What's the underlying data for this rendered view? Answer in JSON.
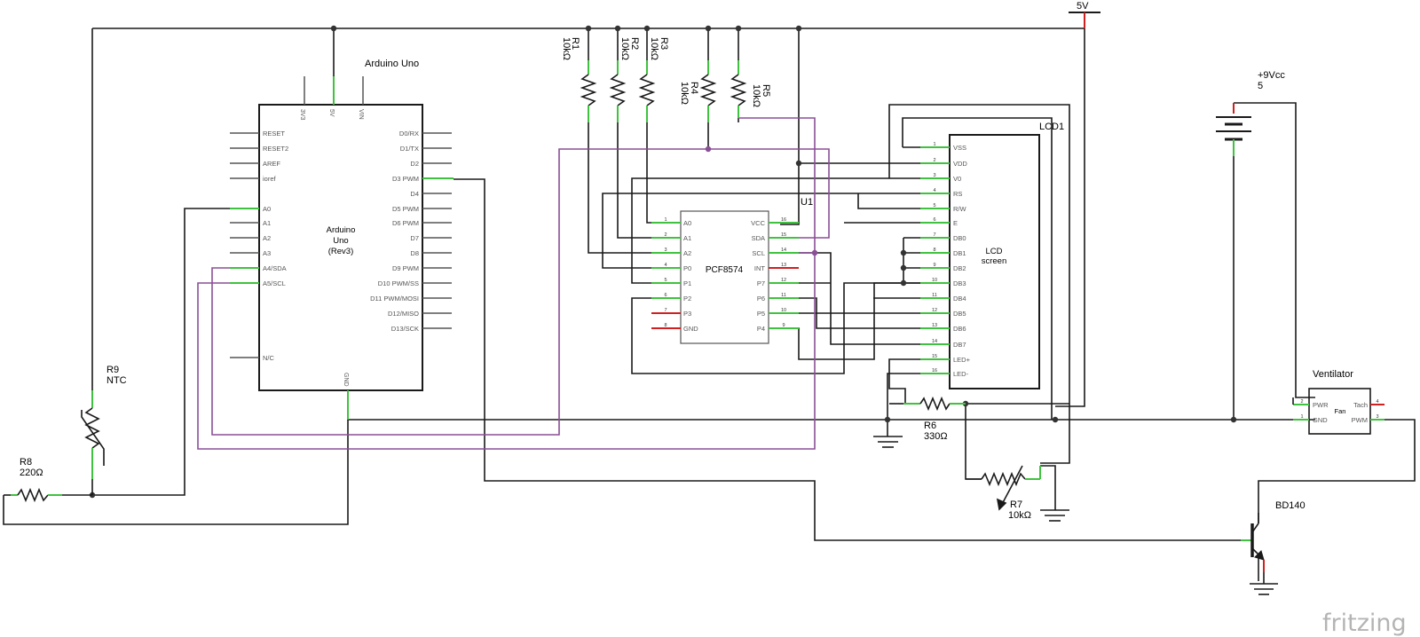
{
  "power": {
    "rail_5v": "5V",
    "vcc9_label": "+9Vcc",
    "vcc9_value": "5"
  },
  "arduino": {
    "title": "Arduino Uno",
    "body_text": [
      "Arduino",
      "Uno",
      "(Rev3)"
    ],
    "top_pins": [
      "3V3",
      "5V",
      "VIN"
    ],
    "bottom_pin": "GND",
    "left_pins": [
      "RESET",
      "RESET2",
      "AREF",
      "ioref",
      "A0",
      "A1",
      "A2",
      "A3",
      "A4/SDA",
      "A5/SCL",
      "N/C"
    ],
    "right_pins": [
      "D0/RX",
      "D1/TX",
      "D2",
      "D3 PWM",
      "D4",
      "D5 PWM",
      "D6 PWM",
      "D7",
      "D8",
      "D9 PWM",
      "D10 PWM/SS",
      "D11 PWM/MOSI",
      "D12/MISO",
      "D13/SCK"
    ]
  },
  "resistors": {
    "r1": {
      "name": "R1",
      "value": "10kΩ"
    },
    "r2": {
      "name": "R2",
      "value": "10kΩ"
    },
    "r3": {
      "name": "R3",
      "value": "10kΩ"
    },
    "r4": {
      "name": "R4",
      "value": "10kΩ"
    },
    "r5": {
      "name": "R5",
      "value": "10kΩ"
    },
    "r6": {
      "name": "R6",
      "value": "330Ω"
    },
    "r7": {
      "name": "R7",
      "value": "10kΩ"
    },
    "r8": {
      "name": "R8",
      "value": "220Ω"
    },
    "r9": {
      "name": "R9",
      "value": "NTC"
    }
  },
  "expander": {
    "ref": "U1",
    "name": "PCF8574",
    "left_pins": [
      "A0",
      "A1",
      "A2",
      "P0",
      "P1",
      "P2",
      "P3",
      "GND"
    ],
    "left_nums": [
      "1",
      "2",
      "3",
      "4",
      "5",
      "6",
      "7",
      "8"
    ],
    "right_pins": [
      "VCC",
      "SDA",
      "SCL",
      "INT",
      "P7",
      "P6",
      "P5",
      "P4"
    ],
    "right_nums": [
      "16",
      "15",
      "14",
      "13",
      "12",
      "11",
      "10",
      "9"
    ]
  },
  "lcd": {
    "ref": "LCD1",
    "body_text": [
      "LCD",
      "screen"
    ],
    "pins": [
      "VSS",
      "VDD",
      "V0",
      "RS",
      "R/W",
      "E",
      "DB0",
      "DB1",
      "DB2",
      "DB3",
      "DB4",
      "DB5",
      "DB6",
      "DB7",
      "LED+",
      "LED-"
    ],
    "pin_nums": [
      "1",
      "2",
      "3",
      "4",
      "5",
      "6",
      "7",
      "8",
      "9",
      "10",
      "11",
      "12",
      "13",
      "14",
      "15",
      "16"
    ]
  },
  "fan": {
    "title": "Ventilator",
    "body_text": "Fan",
    "left_pins": [
      "PWR",
      "GND"
    ],
    "right_pins": [
      "Tach",
      "PWM"
    ],
    "left_nums": [
      "2",
      "1"
    ],
    "right_nums": [
      "4",
      "3"
    ]
  },
  "transistor": {
    "name": "BD140"
  },
  "branding": {
    "logo": "fritzing"
  },
  "colors": {
    "wire": "#1a1a1a",
    "i2c_wire": "#8a4f96",
    "pin_ok": "#3fc23f",
    "pin_unconnected": "#d02020",
    "node": "#333333"
  }
}
